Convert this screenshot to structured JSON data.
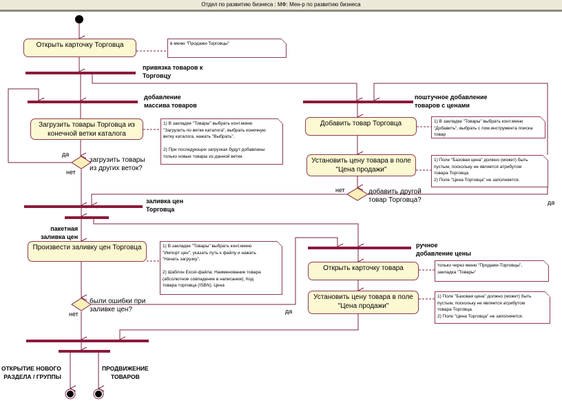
{
  "window": {
    "title": "Отдел по развитию бизнеса : МФ: Мен-р по развитию бизнеса"
  },
  "colors": {
    "line": "#7a2040",
    "bar": "#8b1a3c",
    "activity_fill": "#fcf8d2",
    "decision_fill": "#fcf0b8"
  },
  "activities": {
    "open_merchant_card": "Открыть карточку Торговца",
    "load_goods": "Загрузить товары Торговца из\nконечной ветки каталога",
    "add_merchant_good": "Добавить товар Торговца",
    "set_price_1": "Установить цену товара в поле\n\"Цена продажи\"",
    "price_upload": "Произвести заливку цен Торговца",
    "open_goods_card": "Открыть карточку товара",
    "set_price_2": "Установить цену товара в поле\n\"Цена продажи\""
  },
  "notes": {
    "open_merchant_card": "в меню \"Продажи-Торговцы\"",
    "load_goods": "1) В закладке \"Товары\" выбрать конт.меню\n\"Загрузить по ветке каталога\", выбрать конечную\nветку каталога, нажать \"Выбрать\".\n\n2) При последующих загрузках будут добавлены\nтолько новые товары из данной ветки.",
    "add_merchant_good": "1) В закладке \"Товары\" выбрать конт.меню\n\"Добавить\", выбрать с пом.инструмента поиска\nтовар",
    "set_price_1": "1) Поле \"Базовая цена\" должно (может) быть\nпустым, поскольку не является атрибутом\nтовара Торговца.\n2) Поле \"Цена Торговца\" не заполняется.",
    "price_upload": "1) В закладке \"Товары\" выбрать конт.меню\n\"Импорт цен\", указать путь к файлу и нажать\n\"Начать загрузку\".\n\n2) Шаблон Excel-файла: Наименование товара\n(абсолютное совпадение в написании), Код\nтовара торговца (ISBN), Цена",
    "open_goods_card": "только через меню \"Продажи-Торговцы\",\nзакладка \"Товары\"",
    "set_price_2": "1) Поле \"Базовая цена\" должно (может) быть\nпустым, поскольку не является атрибутом\nтовара Торговца.\n2) Поле \"Цена Торговца\" не заполняется."
  },
  "sync_bars": {
    "bind_goods": "привязка товаров к\nТорговцу",
    "bulk_add": "добавление\nмассива товаров",
    "piece_add": "поштучное добавление\nтоваров с ценами",
    "price_fill": "заливка цен\nТорговца",
    "batch_fill": "пакетная\nзаливка цен",
    "manual_price": "ручное\nдобавление цены"
  },
  "decisions": {
    "other_branches": {
      "question": "загрузить товары\nиз других веток?",
      "yes": "да",
      "no": "нет"
    },
    "another_good": {
      "question": "добавить другой\nтовар Торговца?",
      "yes": "да",
      "no": "нет"
    },
    "upload_errors": {
      "question": "были ошибки при\nзаливке цен?",
      "yes": "да",
      "no": "нет"
    }
  },
  "finals": {
    "new_section": "ОТКРЫТИЕ НОВОГО\nРАЗДЕЛА / ГРУППЫ",
    "promotion": "ПРОДВИЖЕНИЕ\nТОВАРОВ"
  }
}
